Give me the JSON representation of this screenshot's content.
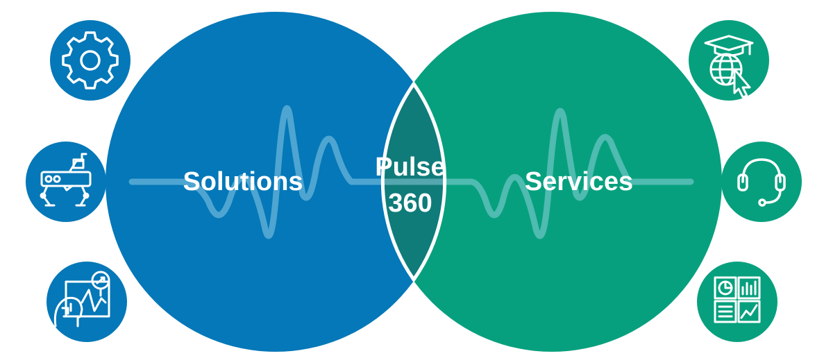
{
  "colors": {
    "solutions_blue": "#0478B8",
    "services_green": "#07A07E",
    "overlap_teal": "#0F7C7A",
    "wave_light": "#7EC6E4",
    "background": "#FFFFFF",
    "icon_stroke": "#FFFFFF"
  },
  "venn": {
    "left_label": "Solutions",
    "right_label": "Services",
    "center_line1": "Pulse",
    "center_line2": "360"
  },
  "left_icons": [
    {
      "name": "gear-icon"
    },
    {
      "name": "robot-arm-icon"
    },
    {
      "name": "ai-analytics-icon"
    }
  ],
  "right_icons": [
    {
      "name": "graduation-globe-icon"
    },
    {
      "name": "headset-icon"
    },
    {
      "name": "dashboard-icon"
    }
  ]
}
